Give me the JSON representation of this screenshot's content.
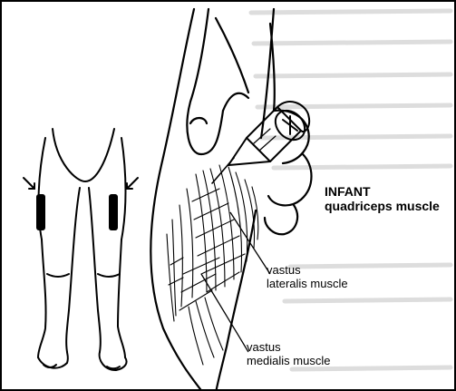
{
  "title": {
    "line1": "INFANT",
    "line2": "quadriceps muscle"
  },
  "callouts": {
    "lateralis": {
      "line1": "vastus",
      "line2": "lateralis muscle"
    },
    "medialis": {
      "line1": "vastus",
      "line2": "medialis muscle"
    }
  },
  "colors": {
    "ink": "#000000",
    "paper": "#ffffff",
    "bleed_text": "#c9c9c9"
  }
}
